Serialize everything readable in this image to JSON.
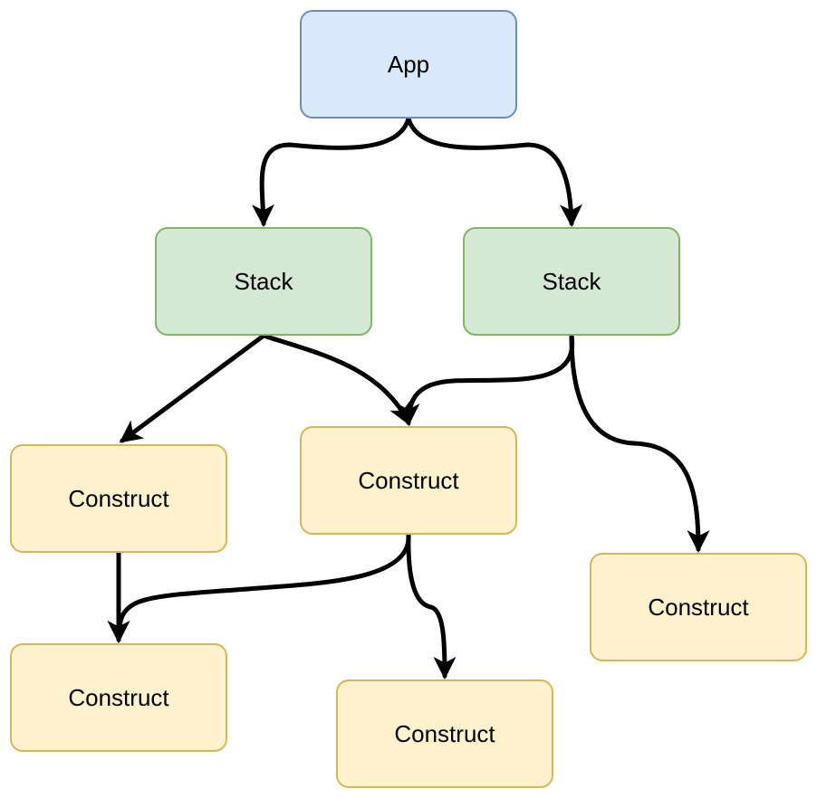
{
  "diagram": {
    "nodes": [
      {
        "id": "app",
        "label": "App",
        "kind": "app"
      },
      {
        "id": "stack1",
        "label": "Stack",
        "kind": "stack"
      },
      {
        "id": "stack2",
        "label": "Stack",
        "kind": "stack"
      },
      {
        "id": "c1",
        "label": "Construct",
        "kind": "construct"
      },
      {
        "id": "c2",
        "label": "Construct",
        "kind": "construct"
      },
      {
        "id": "c3",
        "label": "Construct",
        "kind": "construct"
      },
      {
        "id": "c4",
        "label": "Construct",
        "kind": "construct"
      },
      {
        "id": "c5",
        "label": "Construct",
        "kind": "construct"
      }
    ],
    "edges": [
      {
        "from": "app",
        "to": "stack1"
      },
      {
        "from": "app",
        "to": "stack2"
      },
      {
        "from": "stack1",
        "to": "c1"
      },
      {
        "from": "stack1",
        "to": "c2"
      },
      {
        "from": "stack2",
        "to": "c2"
      },
      {
        "from": "stack2",
        "to": "c3"
      },
      {
        "from": "c1",
        "to": "c4"
      },
      {
        "from": "c2",
        "to": "c4"
      },
      {
        "from": "c2",
        "to": "c5"
      }
    ],
    "colors": {
      "app_fill": "#dae8fc",
      "app_border": "#6c8ebf",
      "stack_fill": "#d5e8d4",
      "stack_border": "#82b366",
      "construct_fill": "#fff2cc",
      "construct_border": "#d6b656",
      "edge": "#000000"
    }
  }
}
